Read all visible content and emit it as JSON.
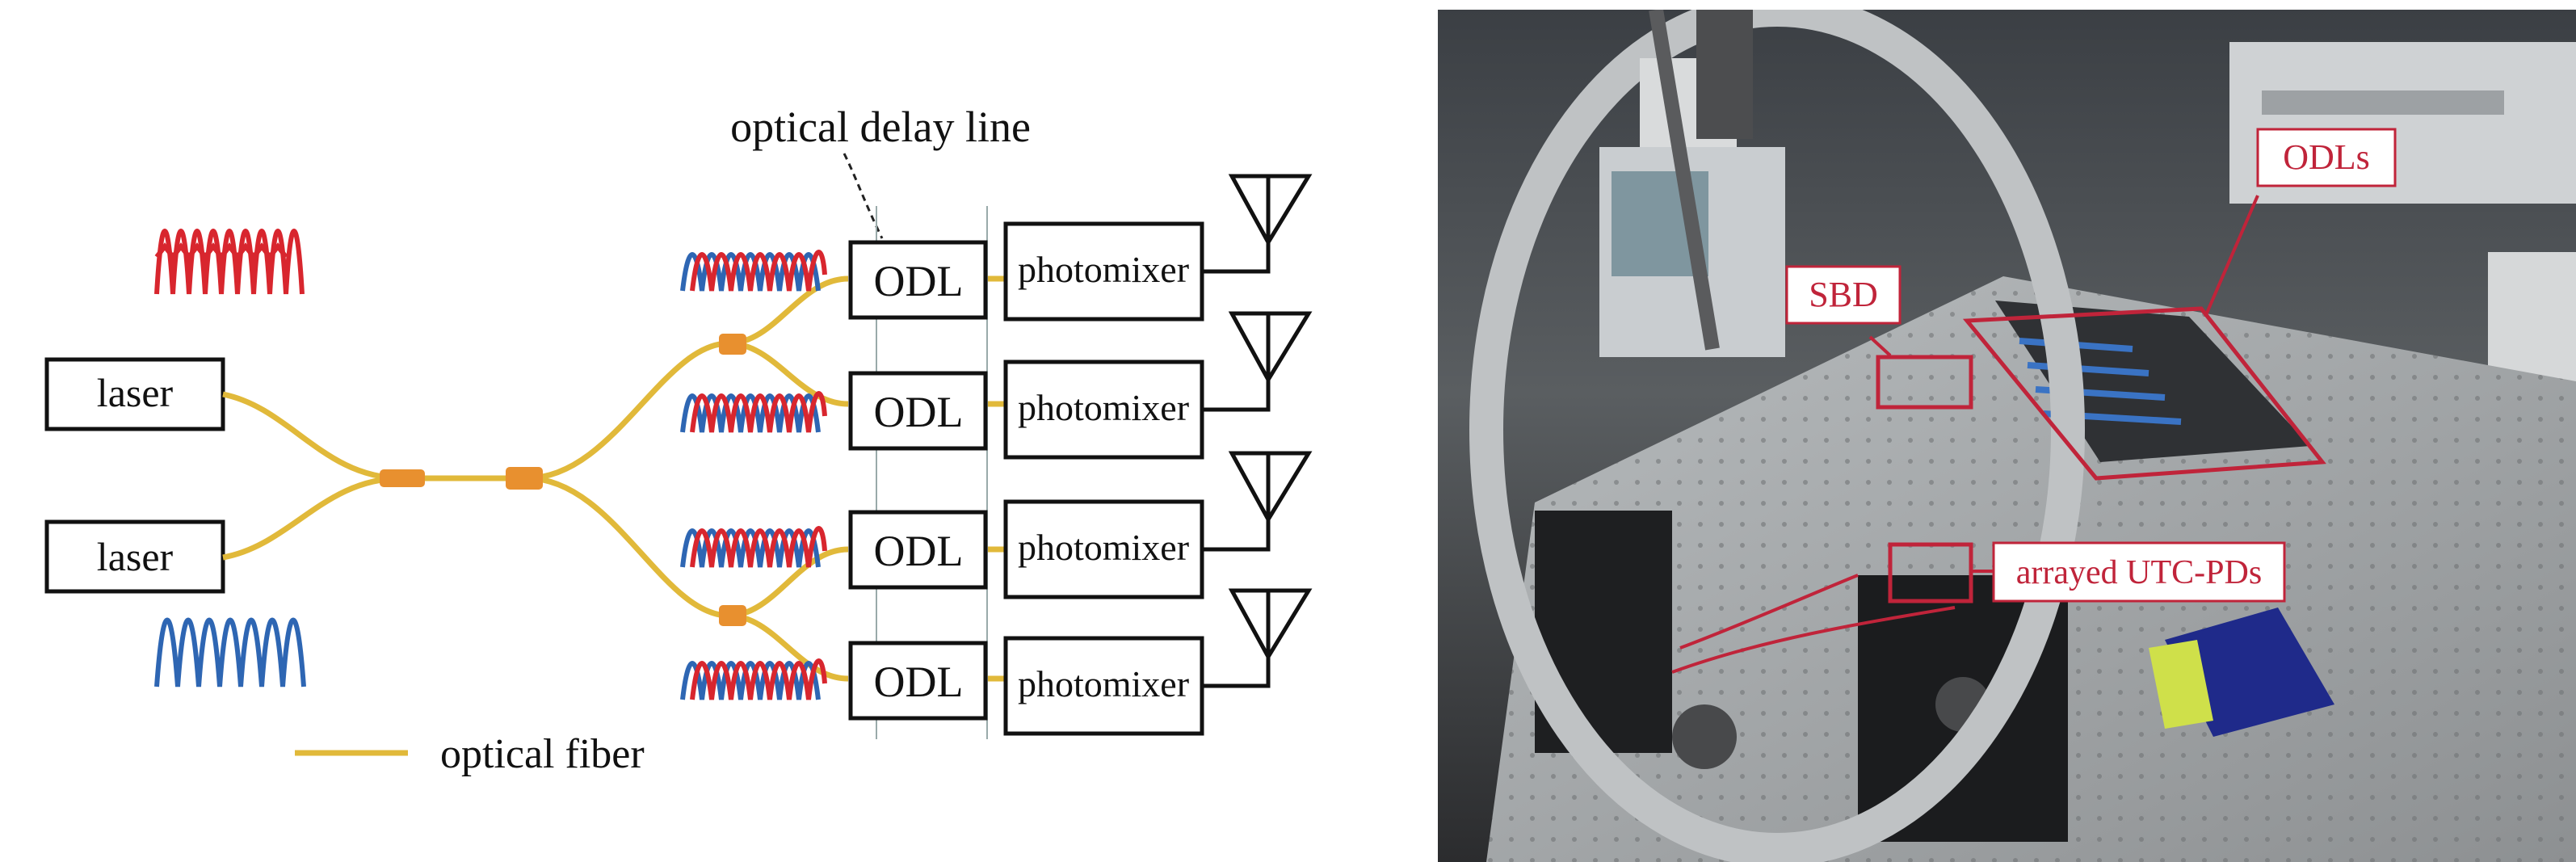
{
  "diagram": {
    "lasers": [
      "laser",
      "laser"
    ],
    "delay_line_label": "optical delay line",
    "odl_label": "ODL",
    "photomixer_label": "photomixer",
    "legend": {
      "label": "optical fiber"
    },
    "colors": {
      "fiber": "#e1b93a",
      "coupler": "#e8902f",
      "wave_red": "#d8262e",
      "wave_blue": "#2e66b3"
    }
  },
  "photo": {
    "annotations": {
      "odls": "ODLs",
      "sbd": "SBD",
      "utc_pds": "arrayed UTC-PDs"
    },
    "colors": {
      "annotation": "#c0243a"
    }
  }
}
